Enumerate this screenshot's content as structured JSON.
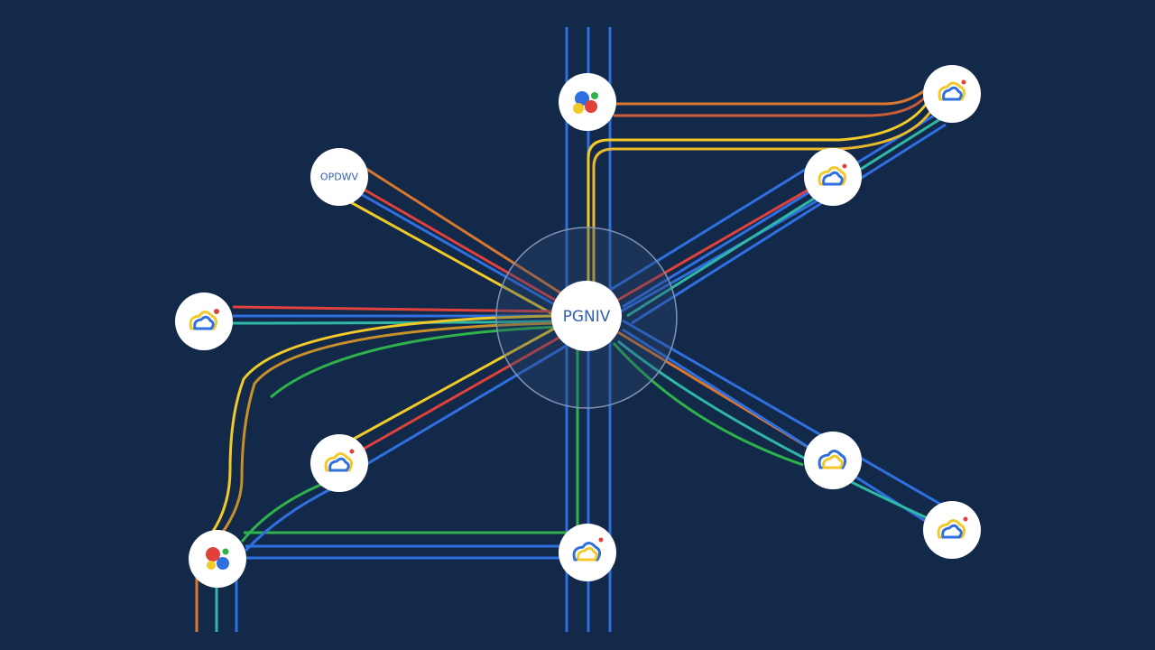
{
  "colors": {
    "background": "#12294a",
    "node_fill": "#ffffff",
    "halo_stroke": "#7f93b5",
    "blue": "#2f6fe0",
    "red": "#e0413a",
    "yellow": "#f1c928",
    "green": "#2fb24a",
    "orange": "#d9772d",
    "teal": "#2fb8a6"
  },
  "hub": {
    "label": "PGNIV"
  },
  "nodes": [
    {
      "id": "top-center",
      "icon": "google-colors-drop-icon",
      "label": ""
    },
    {
      "id": "top-right",
      "icon": "cloud-icon",
      "label": ""
    },
    {
      "id": "upper-left",
      "icon": "",
      "label": "OPDWV"
    },
    {
      "id": "upper-right",
      "icon": "cloud-icon",
      "label": ""
    },
    {
      "id": "mid-left",
      "icon": "cloud-icon",
      "label": ""
    },
    {
      "id": "lower-left",
      "icon": "cloud-icon",
      "label": ""
    },
    {
      "id": "lower-right",
      "icon": "cloud-icon",
      "label": ""
    },
    {
      "id": "bottom-left",
      "icon": "google-colors-drop-icon",
      "label": ""
    },
    {
      "id": "bottom-center",
      "icon": "cloud-icon",
      "label": ""
    },
    {
      "id": "bottom-right",
      "icon": "cloud-icon",
      "label": ""
    }
  ]
}
